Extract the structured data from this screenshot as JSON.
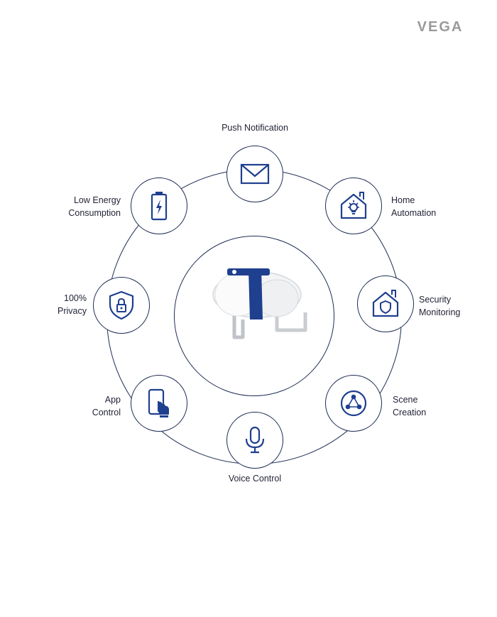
{
  "brand": {
    "logo_text": "VEGA",
    "accent": "#1f3f8f",
    "line": "#1f2d55"
  },
  "features": [
    {
      "id": "push-notification",
      "icon": "envelope-icon",
      "lines": [
        "Push Notification"
      ]
    },
    {
      "id": "home-automation",
      "icon": "smart-home-icon",
      "lines": [
        "Home",
        "Automation"
      ]
    },
    {
      "id": "security-monitoring",
      "icon": "home-shield-icon",
      "lines": [
        "Security",
        "Monitoring"
      ]
    },
    {
      "id": "scene-creation",
      "icon": "scene-network-icon",
      "lines": [
        "Scene",
        "Creation"
      ]
    },
    {
      "id": "voice-control",
      "icon": "microphone-icon",
      "lines": [
        "Voice Control"
      ]
    },
    {
      "id": "app-control",
      "icon": "phone-tap-icon",
      "lines": [
        "App",
        "Control"
      ]
    },
    {
      "id": "privacy",
      "icon": "shield-lock-icon",
      "lines": [
        "100%",
        "Privacy"
      ]
    },
    {
      "id": "low-energy",
      "icon": "battery-icon",
      "lines": [
        "Low Energy",
        "Consumption"
      ]
    }
  ],
  "center": {
    "image": "smart-water-valve-controller"
  }
}
